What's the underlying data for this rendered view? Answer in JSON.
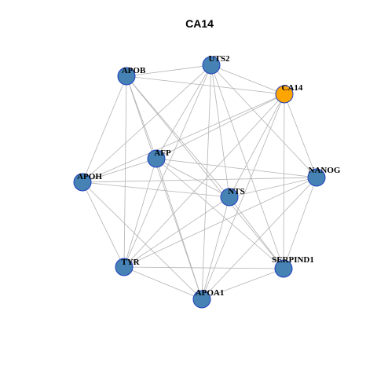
{
  "title": "CA14",
  "colors": {
    "default_node": "#4682b4",
    "highlight_node": "#ffa500",
    "node_border": "#1f3fbf",
    "edge": "#b3b3b3"
  },
  "nodes": [
    {
      "id": "UTS2",
      "label": "UTS2",
      "highlight": false
    },
    {
      "id": "CA14",
      "label": "CA14",
      "highlight": true
    },
    {
      "id": "APOB",
      "label": "APOB",
      "highlight": false
    },
    {
      "id": "AFP",
      "label": "AFP",
      "highlight": false
    },
    {
      "id": "NANOG",
      "label": "NANOG",
      "highlight": false
    },
    {
      "id": "APOH",
      "label": "APOH",
      "highlight": false
    },
    {
      "id": "NTS",
      "label": "NTS",
      "highlight": false
    },
    {
      "id": "SERPIND1",
      "label": "SERPIND1",
      "highlight": false
    },
    {
      "id": "TYR",
      "label": "TYR",
      "highlight": false
    },
    {
      "id": "APOA1",
      "label": "APOA1",
      "highlight": false
    }
  ],
  "edges": [
    [
      "APOB",
      "UTS2"
    ],
    [
      "APOB",
      "CA14"
    ],
    [
      "APOB",
      "AFP"
    ],
    [
      "APOB",
      "APOH"
    ],
    [
      "APOB",
      "NTS"
    ],
    [
      "APOB",
      "SERPIND1"
    ],
    [
      "APOB",
      "TYR"
    ],
    [
      "APOB",
      "APOA1"
    ],
    [
      "UTS2",
      "CA14"
    ],
    [
      "UTS2",
      "AFP"
    ],
    [
      "UTS2",
      "APOH"
    ],
    [
      "UTS2",
      "NTS"
    ],
    [
      "UTS2",
      "NANOG"
    ],
    [
      "UTS2",
      "SERPIND1"
    ],
    [
      "UTS2",
      "TYR"
    ],
    [
      "UTS2",
      "APOA1"
    ],
    [
      "CA14",
      "AFP"
    ],
    [
      "CA14",
      "APOH"
    ],
    [
      "CA14",
      "NTS"
    ],
    [
      "CA14",
      "NANOG"
    ],
    [
      "CA14",
      "SERPIND1"
    ],
    [
      "CA14",
      "TYR"
    ],
    [
      "CA14",
      "APOA1"
    ],
    [
      "AFP",
      "APOH"
    ],
    [
      "AFP",
      "NTS"
    ],
    [
      "AFP",
      "NANOG"
    ],
    [
      "AFP",
      "SERPIND1"
    ],
    [
      "AFP",
      "TYR"
    ],
    [
      "AFP",
      "APOA1"
    ],
    [
      "APOH",
      "NTS"
    ],
    [
      "APOH",
      "NANOG"
    ],
    [
      "APOH",
      "TYR"
    ],
    [
      "APOH",
      "APOA1"
    ],
    [
      "NTS",
      "NANOG"
    ],
    [
      "NTS",
      "TYR"
    ],
    [
      "NTS",
      "APOA1"
    ],
    [
      "NTS",
      "SERPIND1"
    ],
    [
      "NANOG",
      "SERPIND1"
    ],
    [
      "NANOG",
      "TYR"
    ],
    [
      "NANOG",
      "APOA1"
    ],
    [
      "SERPIND1",
      "TYR"
    ],
    [
      "SERPIND1",
      "APOA1"
    ],
    [
      "TYR",
      "APOA1"
    ]
  ]
}
